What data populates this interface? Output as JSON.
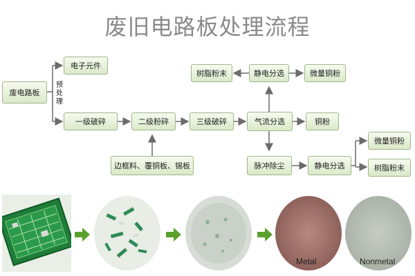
{
  "title": "废旧电路板处理流程",
  "nodes": {
    "waste_pcb": "废电路板",
    "electronic_parts": "电子元件",
    "pretreat": "预处理",
    "primary_crush": "一级破碎",
    "secondary_crush": "二级粉碎",
    "tertiary_crush": "三级破碎",
    "air_sep": "气流分选",
    "copper_powder": "铜粉",
    "electrostatic_top": "静电分选",
    "resin_top": "树脂粉末",
    "trace_copper_top": "微量铜粉",
    "edge_materials": "边框料、覆铜板、锡板",
    "pulse_dust": "脉冲除尘",
    "electrostatic_bottom": "静电分选",
    "trace_copper_bottom": "微量铜粉",
    "resin_bottom": "树脂粉末"
  },
  "photo_labels": {
    "metal": "Metal",
    "nonmetal": "Nonmetal"
  },
  "colors": {
    "box_border": "#9fb589",
    "line": "#6b6b6b",
    "arrow_green": "#5aa02c",
    "title": "#8a8a8a"
  }
}
